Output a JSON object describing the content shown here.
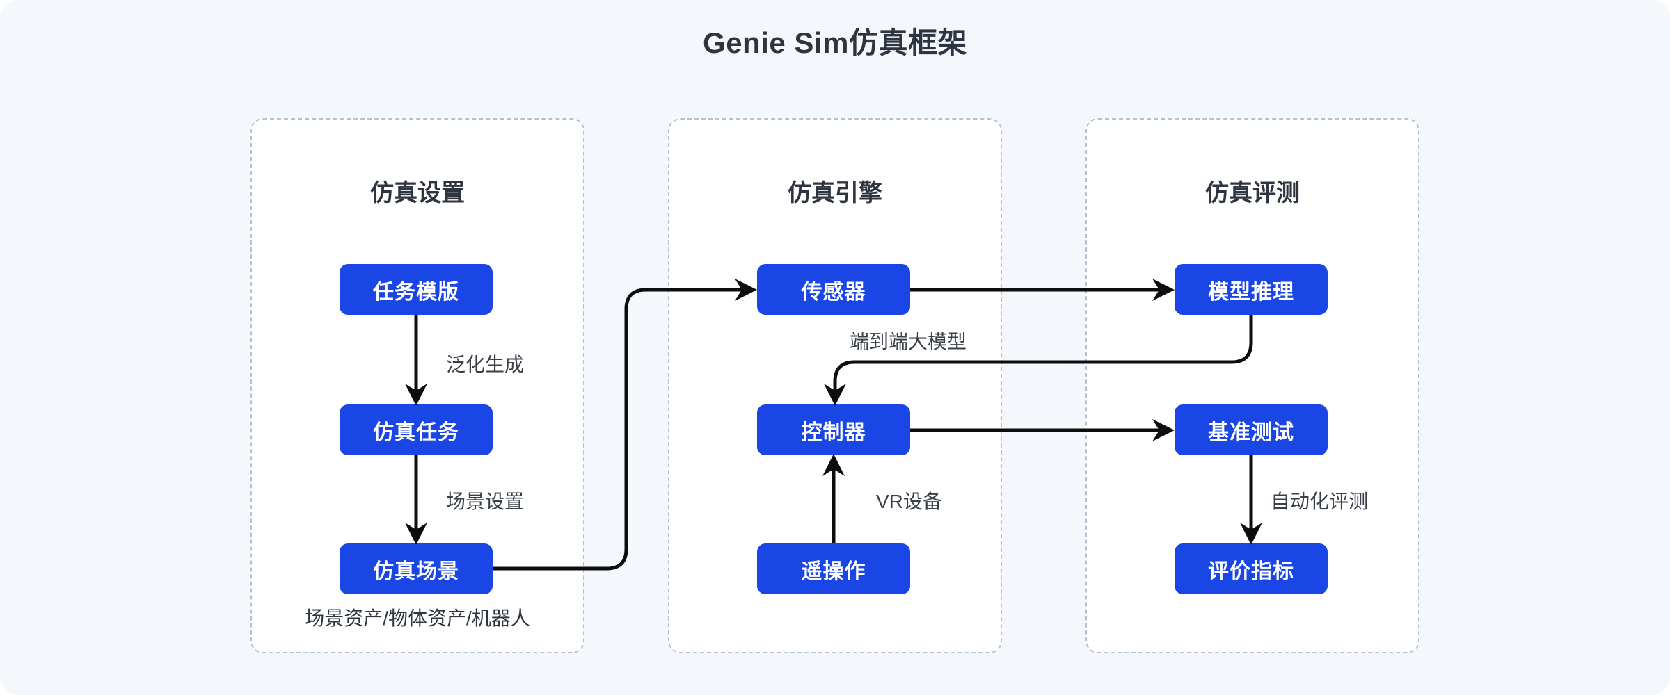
{
  "diagram": {
    "title": "Genie Sim仿真框架",
    "colors": {
      "page_background": "#f4f7fc",
      "panel_background": "#ffffff",
      "panel_border": "#b4c0d6",
      "node_fill": "#1a46e5",
      "node_text": "#ffffff",
      "title_text": "#2f3540",
      "label_text": "#3a3f48",
      "connector": "#0d0d0d"
    }
  },
  "panels": [
    {
      "id": "simulation-setup",
      "title": "仿真设置",
      "caption": "场景资产/物体资产/机器人",
      "nodes": [
        {
          "id": "task-template",
          "label": "任务模版"
        },
        {
          "id": "simulation-task",
          "label": "仿真任务"
        },
        {
          "id": "simulation-scene",
          "label": "仿真场景"
        }
      ],
      "edge_labels": [
        {
          "id": "generalize-generate",
          "label": "泛化生成"
        },
        {
          "id": "scene-setup",
          "label": "场景设置"
        }
      ]
    },
    {
      "id": "simulation-engine",
      "title": "仿真引擎",
      "caption": "",
      "nodes": [
        {
          "id": "sensor",
          "label": "传感器"
        },
        {
          "id": "controller",
          "label": "控制器"
        },
        {
          "id": "teleoperation",
          "label": "遥操作"
        }
      ],
      "edge_labels": [
        {
          "id": "end-to-end-model",
          "label": "端到端大模型"
        },
        {
          "id": "vr-device",
          "label": "VR设备"
        }
      ]
    },
    {
      "id": "simulation-evaluation",
      "title": "仿真评测",
      "caption": "",
      "nodes": [
        {
          "id": "model-inference",
          "label": "模型推理"
        },
        {
          "id": "benchmark-test",
          "label": "基准测试"
        },
        {
          "id": "evaluation-metrics",
          "label": "评价指标"
        }
      ],
      "edge_labels": [
        {
          "id": "automated-evaluation",
          "label": "自动化评测"
        }
      ]
    }
  ],
  "connections": [
    {
      "from": "task-template",
      "to": "simulation-task",
      "label": "泛化生成"
    },
    {
      "from": "simulation-task",
      "to": "simulation-scene",
      "label": "场景设置"
    },
    {
      "from": "simulation-scene",
      "to": "sensor",
      "label": ""
    },
    {
      "from": "sensor",
      "to": "model-inference",
      "label": ""
    },
    {
      "from": "model-inference",
      "to": "controller",
      "label": "端到端大模型"
    },
    {
      "from": "teleoperation",
      "to": "controller",
      "label": "VR设备"
    },
    {
      "from": "controller",
      "to": "benchmark-test",
      "label": ""
    },
    {
      "from": "benchmark-test",
      "to": "evaluation-metrics",
      "label": "自动化评测"
    }
  ]
}
